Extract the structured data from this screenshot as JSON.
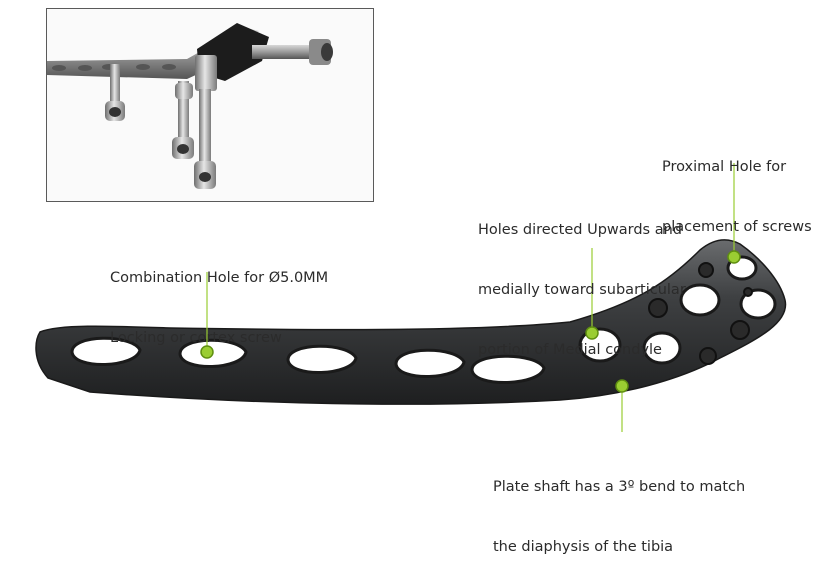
{
  "callouts": {
    "proximal_hole": {
      "line1": "Proximal Hole for",
      "line2": "placement of screws"
    },
    "upward_holes": {
      "line1": "Holes directed Upwards and",
      "line2": "medially toward subarticular",
      "line3": "portion of Medial condyle"
    },
    "combination_hole": {
      "line1": "Combination Hole for Ø5.0MM",
      "line2": "Locking or cortex screw"
    },
    "shaft_bend": {
      "line1": "Plate shaft has a 3º bend to match",
      "line2": "the diaphysis of the tibia"
    }
  },
  "colors": {
    "accent": "#9acd32",
    "plate": "#3a3c3e",
    "text": "#2b2b2b"
  },
  "images": {
    "inset": "plate-with-drill-guides-photo",
    "main": "tibial-bone-plate-photo"
  }
}
